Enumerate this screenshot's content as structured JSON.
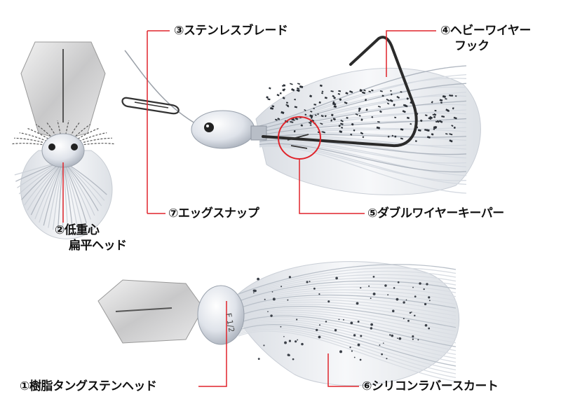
{
  "callouts": [
    {
      "id": "c1",
      "text": "①樹脂タングステンヘッド"
    },
    {
      "id": "c2",
      "line1": "②低重心",
      "line2": "扁平ヘッド"
    },
    {
      "id": "c3",
      "text": "③ステンレスブレード"
    },
    {
      "id": "c4",
      "line1": "④ヘビーワイヤー",
      "line2": "フック"
    },
    {
      "id": "c5",
      "text": "⑤ダブルワイヤーキーパー"
    },
    {
      "id": "c6",
      "text": "⑥シリコンラバースカート"
    },
    {
      "id": "c7",
      "text": "⑦エッグスナップ"
    }
  ],
  "head_marking": "F 1/2",
  "colors": {
    "leader": "#e0242b",
    "skirt": "#eef1f4",
    "skirt_dot": "#2a2f36",
    "blade": "#cfcfd0",
    "head": "#dfe3e8",
    "hook": "#2b2b2b"
  }
}
